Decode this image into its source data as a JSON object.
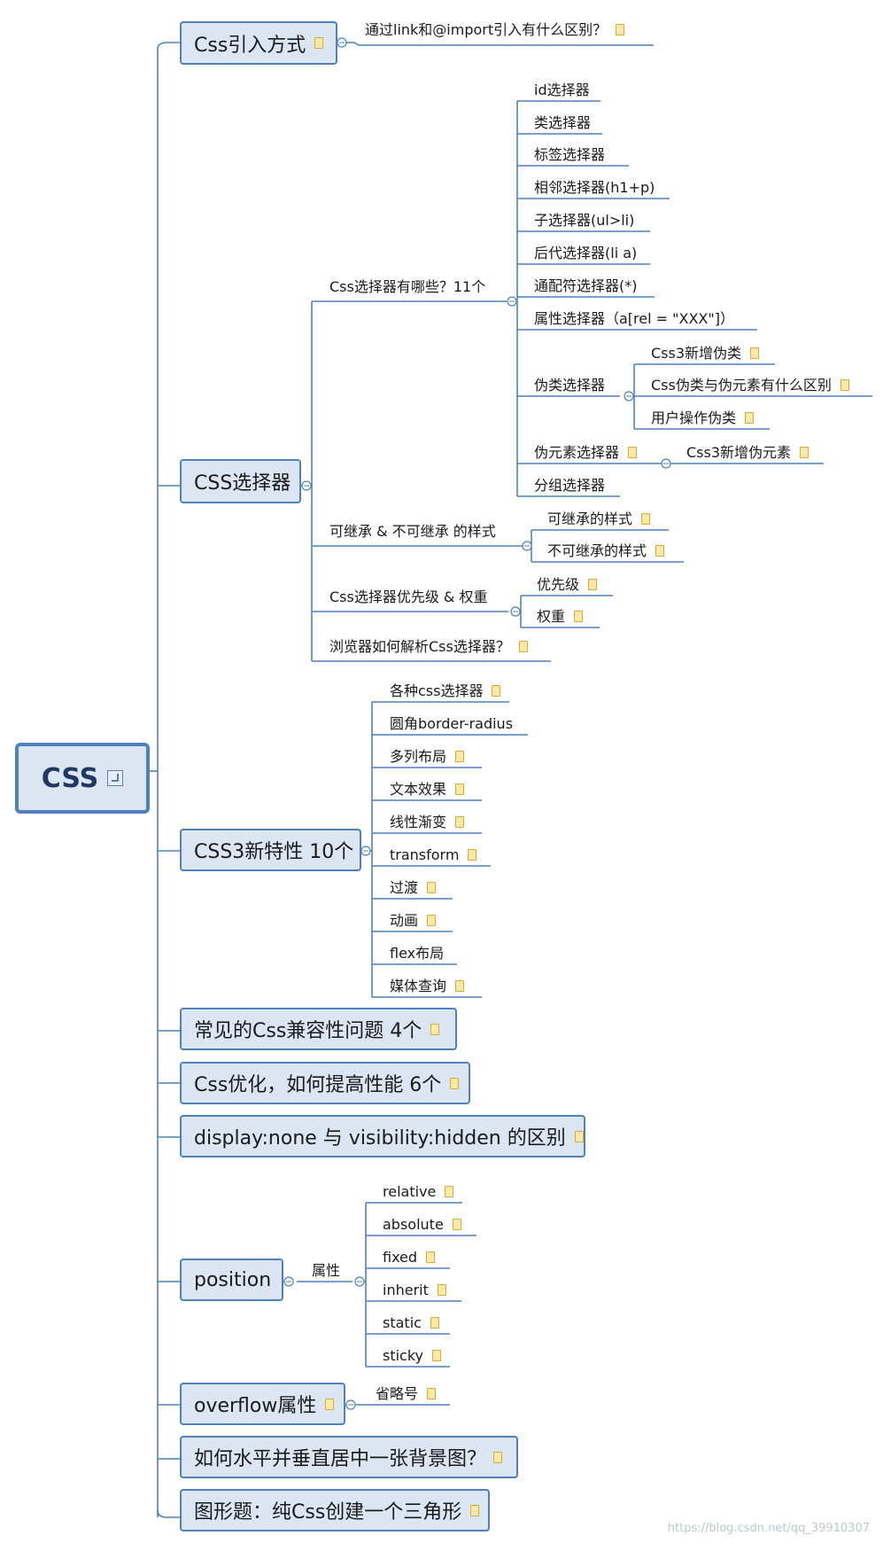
{
  "root": {
    "label": "CSS"
  },
  "topics": [
    {
      "label": "Css引入方式"
    },
    {
      "label": "CSS选择器"
    },
    {
      "label": "CSS3新特性 10个"
    },
    {
      "label": "常见的Css兼容性问题  4个"
    },
    {
      "label": "Css优化，如何提高性能 6个"
    },
    {
      "label": "display:none 与 visibility:hidden 的区别"
    },
    {
      "label": "position"
    },
    {
      "label": "overflow属性"
    },
    {
      "label": "如何水平并垂直居中一张背景图？"
    },
    {
      "label": "图形题：纯Css创建一个三角形"
    }
  ],
  "css_import": {
    "question": "通过link和@import引入有什么区别？"
  },
  "selectors": {
    "which": {
      "label": "Css选择器有哪些？11个",
      "items": [
        "id选择器",
        "类选择器",
        "标签选择器",
        "相邻选择器(h1+p)",
        "子选择器(ul>li)",
        "后代选择器(li a)",
        "通配符选择器(*)",
        "属性选择器（a[rel = \"XXX\"]）",
        "伪类选择器",
        "伪元素选择器",
        "分组选择器"
      ],
      "pseudo_class_children": [
        "Css3新增伪类",
        "Css伪类与伪元素有什么区别",
        "用户操作伪类"
      ],
      "pseudo_element_child": "Css3新增伪元素"
    },
    "inherit": {
      "label": "可继承 & 不可继承 的样式",
      "children": [
        "可继承的样式",
        "不可继承的样式"
      ]
    },
    "priority": {
      "label": "Css选择器优先级 & 权重",
      "children": [
        "优先级",
        "权重"
      ]
    },
    "parse": {
      "label": "浏览器如何解析Css选择器？"
    }
  },
  "css3": {
    "items": [
      "各种css选择器",
      "圆角border-radius",
      "多列布局",
      "文本效果",
      "线性渐变",
      "transform",
      "过渡",
      "动画",
      "flex布局",
      "媒体查询"
    ]
  },
  "position": {
    "group_label": "属性",
    "items": [
      "relative",
      "absolute",
      "fixed",
      "inherit",
      "static",
      "sticky"
    ]
  },
  "overflow": {
    "child": "省略号"
  },
  "watermark": "https://blog.csdn.net/qq_39910307",
  "colors": {
    "line": "#4f81bd",
    "box_fill": "#dce6f2",
    "note": "#fde9a7"
  }
}
